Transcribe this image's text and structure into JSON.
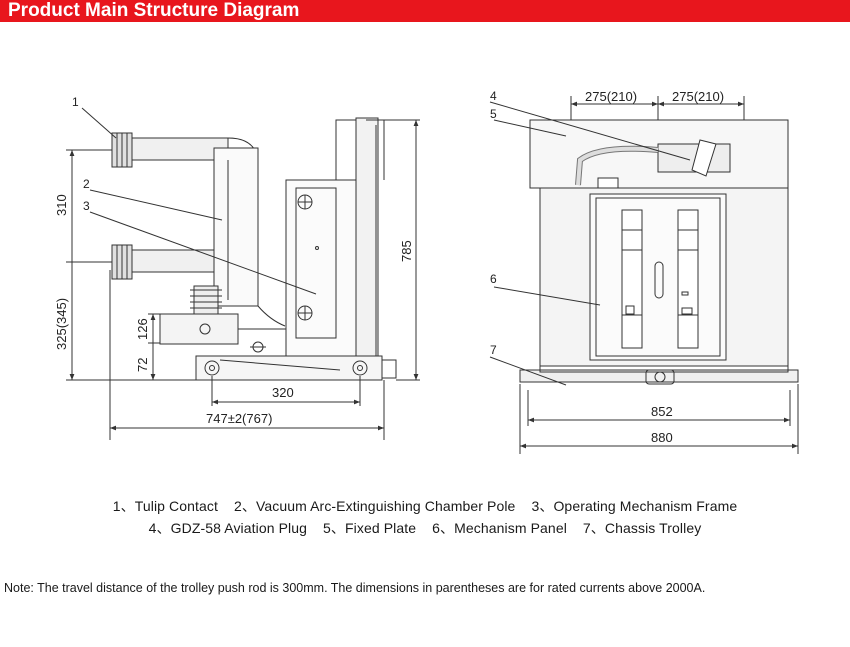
{
  "header": {
    "title": "Product Main Structure Diagram"
  },
  "colors": {
    "header_bg": "#e8161d",
    "line": "#333333",
    "fill": "#d9d9d9"
  },
  "left_view": {
    "callouts": [
      "1",
      "2",
      "3"
    ],
    "dims": {
      "d310": "310",
      "d325": "325(345)",
      "d126": "126",
      "d72": "72",
      "d785": "785",
      "d320": "320",
      "d747": "747±2(767)"
    }
  },
  "right_view": {
    "callouts": [
      "4",
      "5",
      "6",
      "7"
    ],
    "dims": {
      "d275a": "275(210)",
      "d275b": "275(210)",
      "d852": "852",
      "d880": "880"
    }
  },
  "legend": {
    "row1": [
      "1、Tulip Contact",
      "2、Vacuum Arc-Extinguishing Chamber Pole",
      "3、Operating Mechanism Frame"
    ],
    "row2": [
      "4、GDZ-58 Aviation Plug",
      "5、Fixed Plate",
      "6、Mechanism Panel",
      "7、Chassis Trolley"
    ]
  },
  "note": "Note: The travel distance of the trolley push rod is 300mm. The dimensions in parentheses are for rated currents above 2000A."
}
